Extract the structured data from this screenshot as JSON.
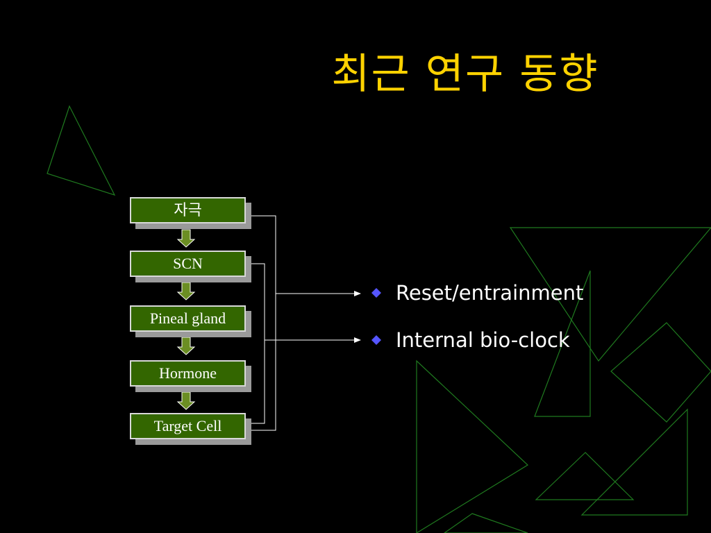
{
  "slide": {
    "title": "최근 연구 동향"
  },
  "flow_boxes": [
    {
      "label": "자극"
    },
    {
      "label": "SCN"
    },
    {
      "label": "Pineal gland"
    },
    {
      "label": "Hormone"
    },
    {
      "label": "Target Cell"
    }
  ],
  "outcomes": [
    {
      "label": "Reset/entrainment"
    },
    {
      "label": "Internal bio-clock"
    }
  ],
  "colors": {
    "background": "#000000",
    "title": "#ffd200",
    "box_fill": "#336600",
    "box_border": "#d9d9d9",
    "box_shadow": "#9a9a9a",
    "arrow_fill": "#6b8e23",
    "connector": "#ffffff",
    "bullet": "#5555ff",
    "decoration": "#1f7a1f"
  },
  "icons": {
    "bullet": "diamond-icon",
    "flow_arrow": "down-arrow-icon"
  }
}
